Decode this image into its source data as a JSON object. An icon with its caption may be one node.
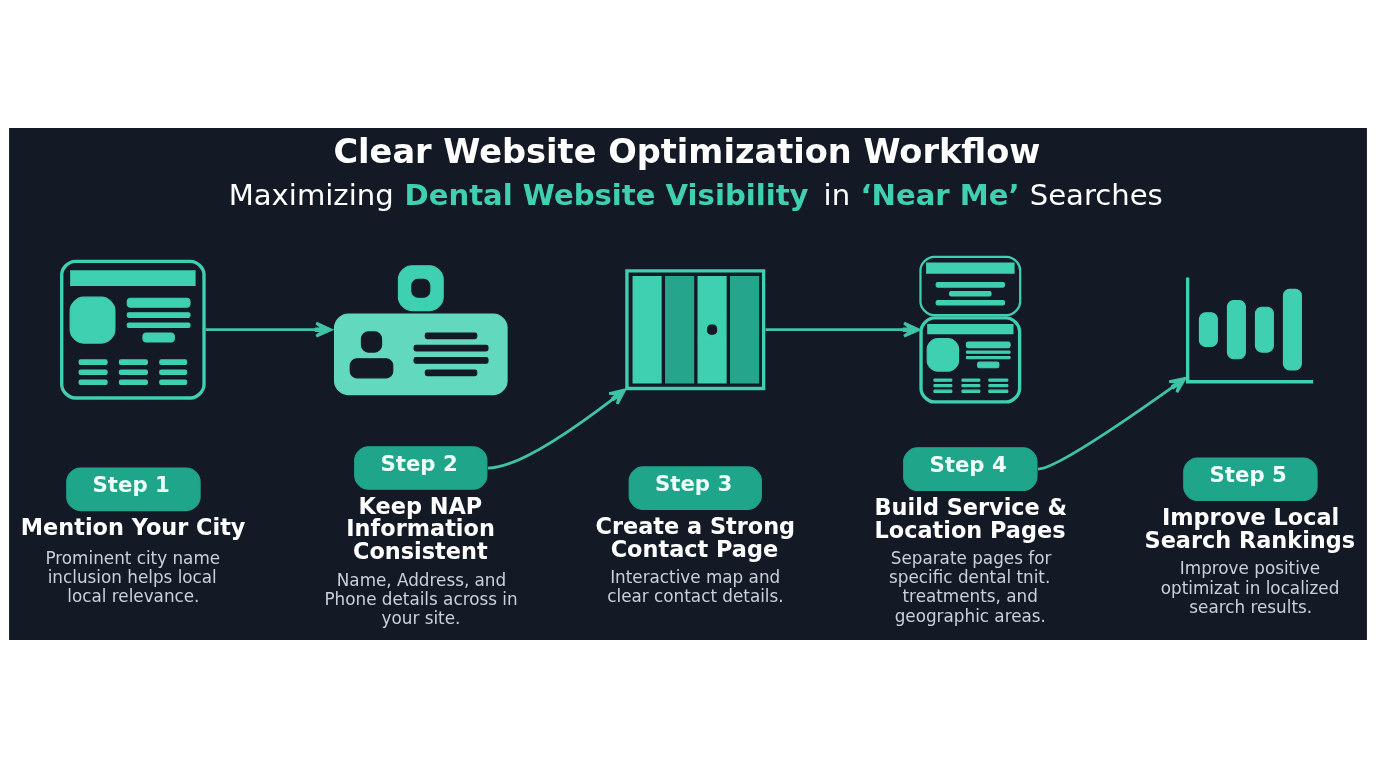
{
  "diagram": {
    "title": "Clear Website Optimization Workflow",
    "nodes": [
      {
        "text": [],
        "shape": "picture"
      },
      {
        "text": [
          "Step 1"
        ],
        "beside": [
          "Mention Your City",
          "Prominent city name inclusion helps local local relevance."
        ]
      },
      {
        "text": [],
        "shape": "picture"
      },
      {
        "text": [
          "Step 2"
        ],
        "beside": [
          "Keep NAP Information Consistent",
          "Name, Address, and Phone details across in your site."
        ]
      },
      {
        "text": [],
        "shape": "picture"
      },
      {
        "text": [
          "Step 3"
        ],
        "beside": [
          "Create a Strong Contact Page",
          "Interactive map and clear contact details."
        ]
      },
      {
        "text": [],
        "shape": "picture"
      },
      {
        "text": [
          "Step 4"
        ],
        "beside": [
          "Build Service & Location Pages",
          "Separate pages for specific dental tnit. treatments, and geographic areas."
        ]
      },
      {
        "text": [],
        "shape": "picture"
      },
      {
        "text": [
          "Step 5"
        ],
        "beside": [
          "Improve Local Search Rankings",
          "Improve positive optimizat in localized search results."
        ]
      }
    ],
    "edges": [
      {
        "from": 0,
        "to": 2,
        "arrow": "to"
      },
      {
        "from": 3,
        "to": 4,
        "arrow": "to"
      },
      {
        "from": 4,
        "to": 6,
        "arrow": "to"
      },
      {
        "from": 7,
        "to": 8,
        "arrow": "to"
      }
    ],
    "labels": [
      "Maximizing **Dental Website Visibility** in **‘Near Me’** Searches"
    ]
  }
}
